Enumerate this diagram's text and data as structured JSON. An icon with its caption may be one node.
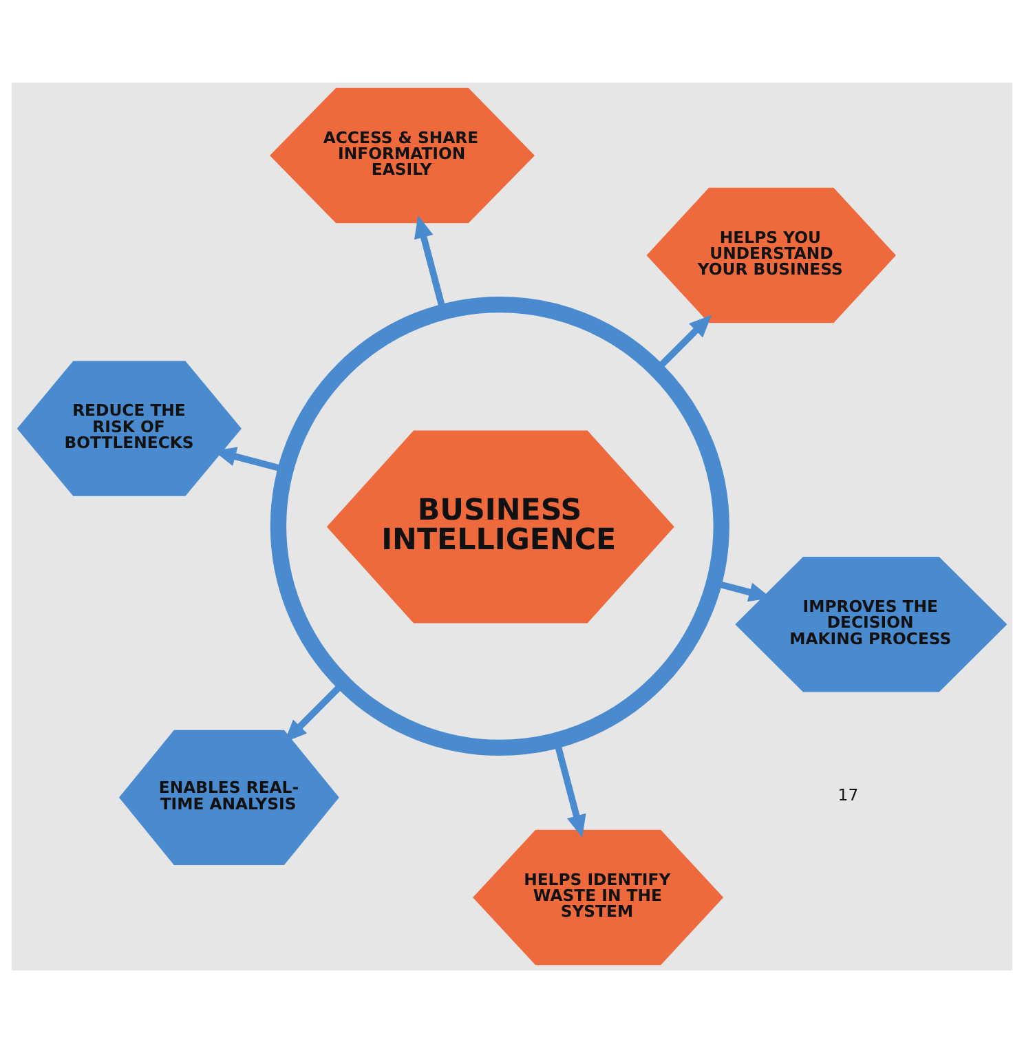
{
  "diagram": {
    "nodes": [
      {
        "text": [
          "IMPROVES THE DECISION MAKING PROCESS"
        ]
      },
      {
        "text": [
          "HELPS YOU UNDERSTAND YOUR BUSINESS"
        ]
      },
      {
        "text": [
          "ACCESS & SHARE INFORMATION EASILY"
        ]
      },
      {
        "text": [],
        "shape": "circle"
      },
      {
        "text": [
          "BUSINESS INTELLIGENCE"
        ],
        "in": 3
      },
      {
        "text": [
          "REDUCE THE RISK OF BOTTLENECKS"
        ]
      },
      {
        "text": [
          "ENABLES REAL-TIME ANALYSIS"
        ]
      },
      {
        "text": [
          "HELPS IDENTIFY WASTE IN THE SYSTEM"
        ]
      }
    ],
    "edges": [
      {
        "from": 3,
        "to": 0,
        "arrow": "to",
        "color": "#4a8bd0"
      },
      {
        "from": 3,
        "to": 1,
        "arrow": "to",
        "color": "#4a8bd0"
      },
      {
        "from": 3,
        "to": 2,
        "arrow": "to",
        "color": "#4a8bd0"
      },
      {
        "from": 3,
        "to": 5,
        "arrow": "to",
        "color": "#4a8bd0"
      },
      {
        "from": 3,
        "to": 6,
        "arrow": "to",
        "color": "#4a8bd0"
      },
      {
        "from": 3,
        "to": 7,
        "arrow": "to",
        "color": "#4a8bd0"
      }
    ],
    "labels": [
      "17"
    ]
  }
}
